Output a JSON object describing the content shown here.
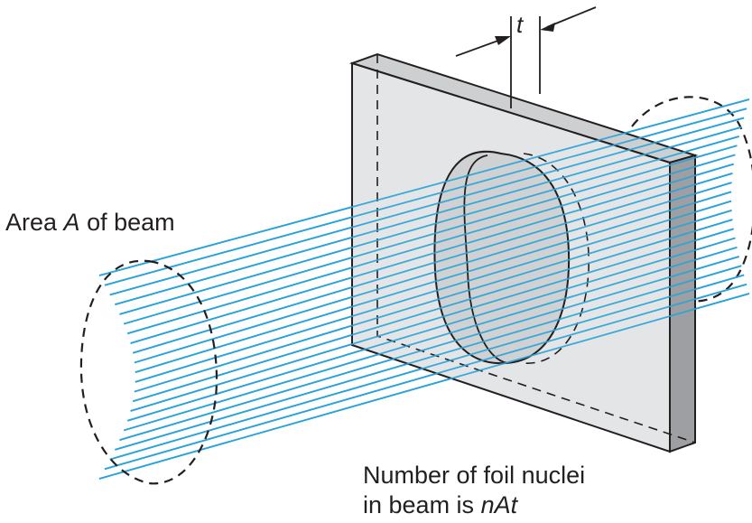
{
  "labels": {
    "thickness": "t",
    "area_prefix": "Area ",
    "area_symbol": "A",
    "area_suffix": " of beam",
    "nuclei_line1": "Number of foil nuclei",
    "nuclei_line2_prefix": "in beam is ",
    "nuclei_line2_symbol": "nAt"
  },
  "colors": {
    "beam": "#29a3d9",
    "foil_front": "#e4e5e7",
    "foil_edge": "#9d9fa2",
    "foil_top": "#cdcfd1",
    "outline": "#231f20"
  }
}
